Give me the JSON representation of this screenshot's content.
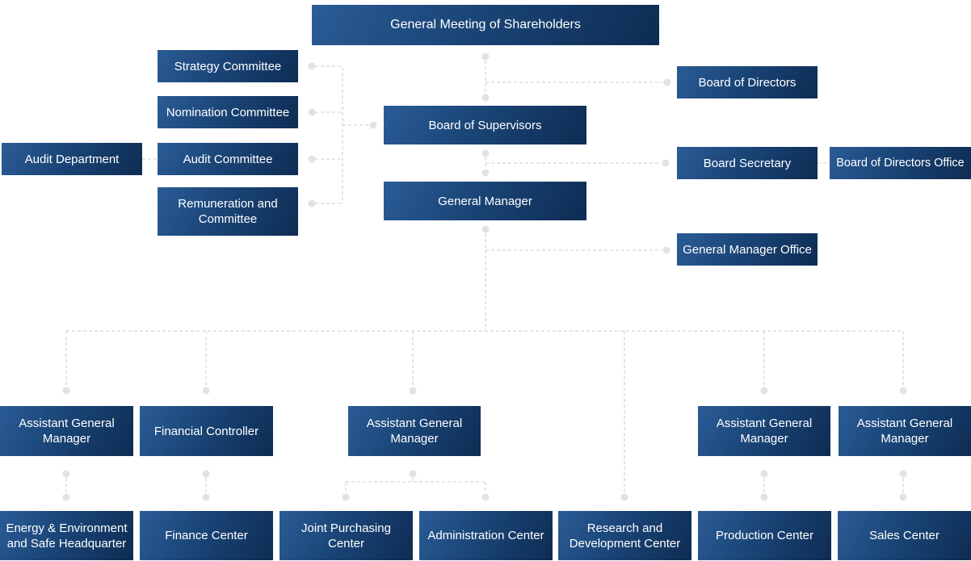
{
  "diagram": {
    "type": "org-chart",
    "background": "#ffffff"
  },
  "colors": {
    "box_gradient_start": "#2b5c96",
    "box_gradient_end": "#0e2c53",
    "box_text": "#ffffff",
    "connector_line": "#d6d6d6",
    "connector_dot": "#e2e2e2"
  },
  "nodes": {
    "general_meeting": {
      "label": "General Meeting of Shareholders"
    },
    "strategy_committee": {
      "label": "Strategy Committee"
    },
    "nomination_committee": {
      "label": "Nomination Committee"
    },
    "audit_committee": {
      "label": "Audit Committee"
    },
    "remuneration_committee": {
      "label": "Remuneration and Committee"
    },
    "audit_department": {
      "label": "Audit Department"
    },
    "board_of_supervisors": {
      "label": "Board of Supervisors"
    },
    "board_of_directors": {
      "label": "Board of Directors"
    },
    "board_secretary": {
      "label": "Board Secretary"
    },
    "board_of_directors_office": {
      "label": "Board of Directors Office"
    },
    "general_manager": {
      "label": "General Manager"
    },
    "general_manager_office": {
      "label": "General Manager Office"
    },
    "assistant_gm_1": {
      "label": "Assistant General Manager"
    },
    "financial_controller": {
      "label": "Financial Controller"
    },
    "assistant_gm_2": {
      "label": "Assistant General Manager"
    },
    "assistant_gm_3": {
      "label": "Assistant General Manager"
    },
    "assistant_gm_4": {
      "label": "Assistant General Manager"
    },
    "energy_environment_hq": {
      "label": "Energy & Environment and Safe Headquarter"
    },
    "finance_center": {
      "label": "Finance Center"
    },
    "joint_purchasing_center": {
      "label": "Joint Purchasing Center"
    },
    "administration_center": {
      "label": "Administration Center"
    },
    "research_development_center": {
      "label": "Research and Development Center"
    },
    "production_center": {
      "label": "Production Center"
    },
    "sales_center": {
      "label": "Sales Center"
    }
  },
  "edges": [
    [
      "general_meeting",
      "board_of_directors"
    ],
    [
      "general_meeting",
      "board_of_supervisors"
    ],
    [
      "board_of_supervisors",
      "strategy_committee"
    ],
    [
      "board_of_supervisors",
      "nomination_committee"
    ],
    [
      "board_of_supervisors",
      "audit_committee"
    ],
    [
      "board_of_supervisors",
      "remuneration_committee"
    ],
    [
      "audit_committee",
      "audit_department"
    ],
    [
      "board_of_supervisors",
      "general_manager"
    ],
    [
      "board_of_supervisors",
      "board_secretary"
    ],
    [
      "board_secretary",
      "board_of_directors_office"
    ],
    [
      "general_manager",
      "general_manager_office"
    ],
    [
      "general_manager",
      "assistant_gm_1"
    ],
    [
      "general_manager",
      "financial_controller"
    ],
    [
      "general_manager",
      "assistant_gm_2"
    ],
    [
      "general_manager",
      "research_development_center"
    ],
    [
      "general_manager",
      "assistant_gm_3"
    ],
    [
      "general_manager",
      "assistant_gm_4"
    ],
    [
      "assistant_gm_1",
      "energy_environment_hq"
    ],
    [
      "financial_controller",
      "finance_center"
    ],
    [
      "assistant_gm_2",
      "joint_purchasing_center"
    ],
    [
      "assistant_gm_2",
      "administration_center"
    ],
    [
      "assistant_gm_3",
      "production_center"
    ],
    [
      "assistant_gm_4",
      "sales_center"
    ]
  ]
}
